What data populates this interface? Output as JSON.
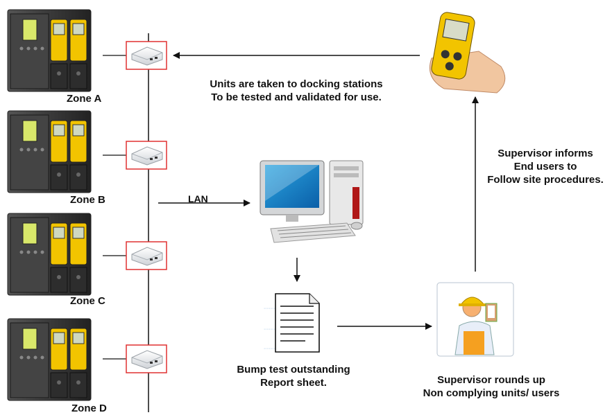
{
  "zones": [
    {
      "label": "Zone A"
    },
    {
      "label": "Zone B"
    },
    {
      "label": "Zone C"
    },
    {
      "label": "Zone D"
    }
  ],
  "lan_label": "LAN",
  "docking_note": {
    "line1": "Units are taken to docking stations",
    "line2": "To be tested and validated for use."
  },
  "report": {
    "line1": "Bump test outstanding",
    "line2": "Report sheet."
  },
  "supervisor_roundup": {
    "line1": "Supervisor rounds up",
    "line2": "Non complying units/ users"
  },
  "supervisor_informs": {
    "line1": "Supervisor informs",
    "line2": "End users to",
    "line3": "Follow site procedures."
  },
  "colors": {
    "hub_outline": "#e03030",
    "device_yellow": "#f2c400",
    "station_dark": "#3a3a3a",
    "line": "#111111"
  }
}
